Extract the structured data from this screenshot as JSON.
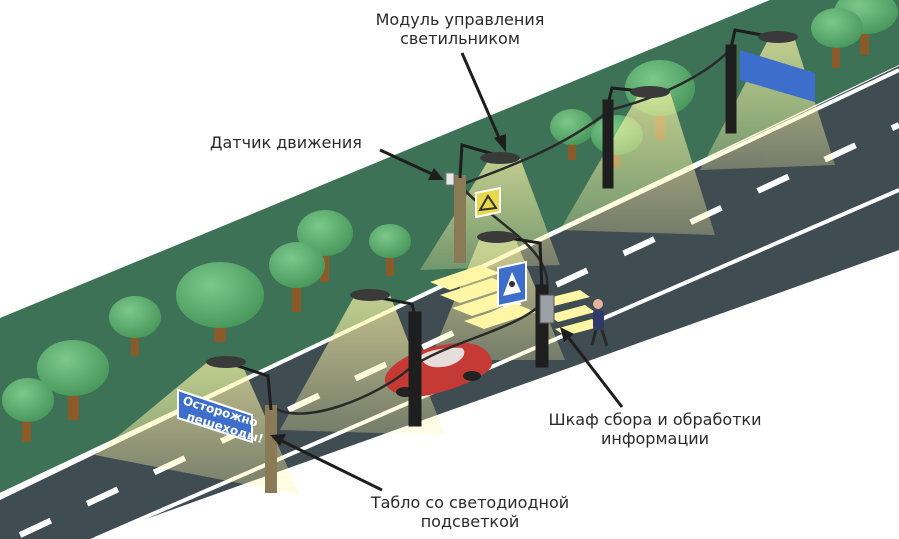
{
  "callouts": {
    "control_module": [
      "Модуль управления",
      "светильником"
    ],
    "motion_sensor": "Датчик движения",
    "info_cabinet": [
      "Шкаф сбора и обработки",
      "информации"
    ],
    "led_board": [
      "Табло со светодиодной",
      "подсветкой"
    ]
  },
  "warning_sign": [
    "Осторожно",
    "пешеходы!"
  ],
  "colors": {
    "grass": "#3d7257",
    "asphalt": "#3f4c52",
    "light": "#fff6a6",
    "pole": "#1e1e1e",
    "sign_blue": "#3e6ecb",
    "car": "#c53a34",
    "tree_crown": "#58a96c",
    "tree_trunk": "#8a5a2a"
  }
}
